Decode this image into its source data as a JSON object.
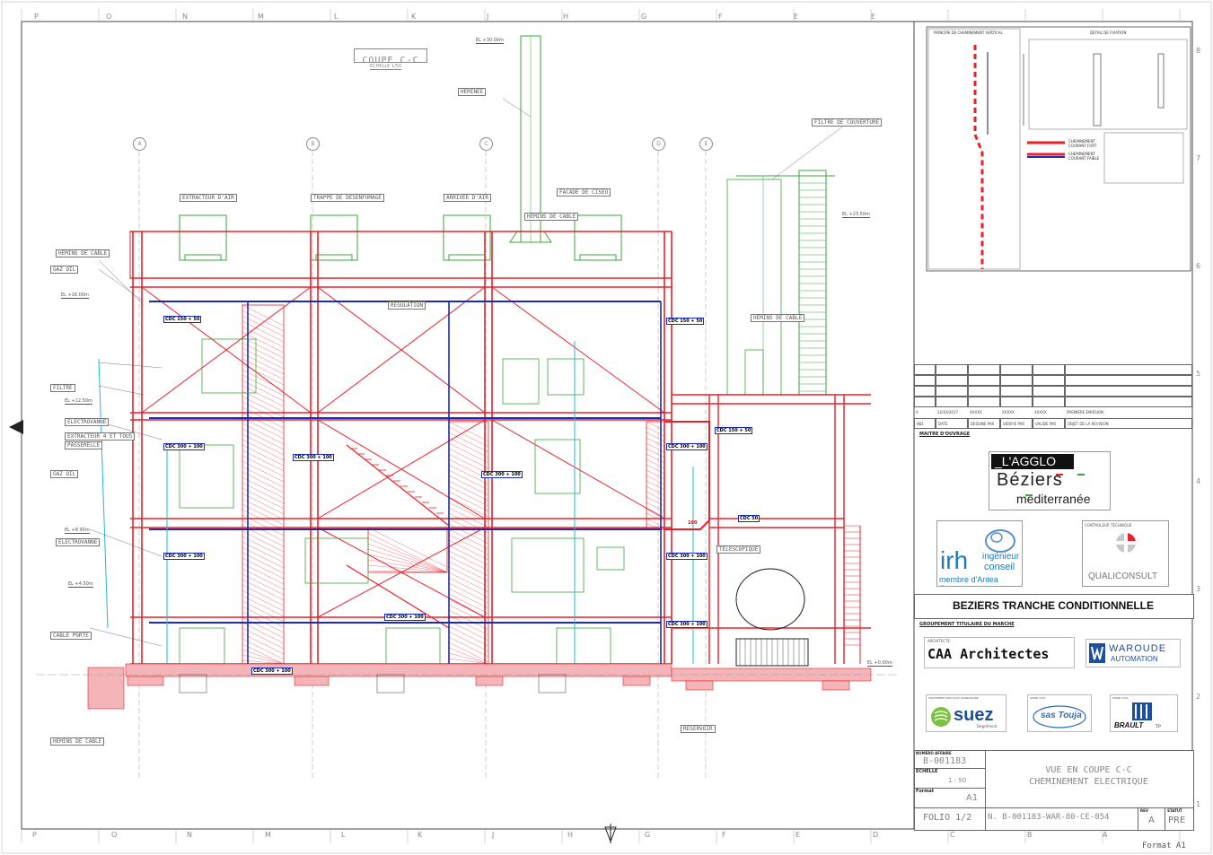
{
  "drawing": {
    "section_title": "COUPE C-C",
    "scale_note": "ECHELLE 1/50",
    "grid_bubbles": [
      "A",
      "B",
      "C",
      "D",
      "E"
    ],
    "frame_letters_top": [
      "P",
      "O",
      "N",
      "M",
      "L",
      "K",
      "J",
      "H",
      "G",
      "F",
      "E"
    ],
    "frame_letters_bottom": [
      "P",
      "O",
      "N",
      "M",
      "L",
      "K",
      "J",
      "H",
      "G",
      "F",
      "E",
      "D",
      "C",
      "B",
      "A"
    ],
    "frame_digits_right": [
      "8",
      "7",
      "6",
      "5",
      "4",
      "3",
      "2",
      "1"
    ],
    "equipment_labels": [
      "HEMINEE",
      "FILTRE DE COUVERTURE",
      "EXTRACTEUR D'AIR",
      "TRAPPE DE DESENFUMAGE",
      "ARRIVEE D'AIR",
      "FACADE DE CISEO",
      "HEMINS DE CABLE",
      "HEMINS DE CABLE",
      "GAZ OIL",
      "FILTRE",
      "ELECTROVANNE",
      "EXTRACTEUR 4 ET TOUS",
      "PASSERELLE",
      "ELECTROVANNE",
      "REGULATION",
      "HEMINS DE CABLE",
      "GAZ OIL",
      "CABLE PORTE",
      "HEMINS DE CABLE",
      "RESERVOIR",
      "TELESCOPIQUE"
    ],
    "elevation_markers": [
      "EL +30.00m",
      "EL +23.50m",
      "EL +16.00m",
      "EL +12.50m",
      "EL +8.90m",
      "EL +4.50m",
      "EL +0.00m"
    ],
    "cdc_tags": [
      "CDC 150 + 50",
      "CDC 150 + 50",
      "CDC 300 + 100",
      "CDC 300 + 100",
      "CDC 300 + 100",
      "CDC 300 + 100",
      "CDC 300 + 100",
      "CDC 150 + 50",
      "CDC 50",
      "CDC 300 + 100",
      "CDC 300 + 100",
      "CDC 300 + 100",
      "CDC 300 + 100"
    ],
    "tag_100": "100",
    "colors": {
      "structure": "#e8202a",
      "equipment": "#3da63a",
      "cable_tray": "#1a2ab8",
      "hatch": "#e8202a",
      "foundation": "#f5b5b8",
      "cyan": "#22b8d8",
      "gray": "#999999"
    }
  },
  "detail_panel": {
    "title_left": "PRINCIPE DE CHEMINEMENT VERTICAL",
    "title_right": "DETAIL DE FIXATION",
    "legend": [
      {
        "label": "CHEMINEMENT COURANT FORT",
        "color": "#e8202a"
      },
      {
        "label": "CHEMINEMENT COURANT FAIBLE",
        "color": "#1a2ab8"
      }
    ]
  },
  "title_block": {
    "revision_table": {
      "headers": [
        "IND",
        "DATE",
        "DESSINE PAR",
        "VERIFIE PAR",
        "VALIDE PAR",
        "OBJET DE LA REVISION"
      ],
      "rows": [
        [
          "A",
          "22/03/2017",
          "XXXXX",
          "XXXXX",
          "XXXXX",
          "PREMIERE EMISSION"
        ]
      ]
    },
    "maitre_ouvrage_label": "MAITRE D'OUVRAGE",
    "client_logo": {
      "line1": "_L'AGGLO",
      "line2": "Béziers",
      "line3": "méditerranée"
    },
    "irh_logo": {
      "main": "irh",
      "sub1": "ingénieur",
      "sub2": "conseil",
      "sub3": "membre d'Antea Group"
    },
    "qualiconsult": {
      "caption": "CONTROLEUR TECHNIQUE",
      "name": "QUALICONSULT"
    },
    "project_title": "BEZIERS TRANCHE CONDITIONNELLE",
    "groupement_label": "GROUPEMENT TITULAIRE DU MARCHE",
    "architect_caption": "ARCHITECTE",
    "architect_name": "CAA Architectes",
    "waroude_line1": "WAROUDE",
    "waroude_line2": "AUTOMATION",
    "suez_caption": "TRAITEMENT DES EAUX MANDATAIRE",
    "suez_name": "suez",
    "suez_sub": "Degrémont",
    "sas_caption": "GENIE CIVIL",
    "sas_name": "sas Touja",
    "brault_caption": "GENIE CIVIL",
    "brault_name": "BRAULT",
    "brault_tp": "T.P",
    "numero_label": "NUMERO AFFAIRE",
    "numero_value": "B-001183",
    "echelle_label": "ECHELLE",
    "echelle_value": "1 : 50",
    "format_label": "Format",
    "format_value": "A1",
    "drawing_title_1": "VUE EN COUPE C-C",
    "drawing_title_2": "CHEMINEMENT ELECTRIQUE",
    "folio": "FOLIO 1/2",
    "doc_number": "N. B-001183-WAR-80-CE-054",
    "rev_label": "REV",
    "rev_value": "A",
    "statut_label": "STATUT",
    "statut_value": "PRE",
    "format_footer": "Format A1"
  }
}
